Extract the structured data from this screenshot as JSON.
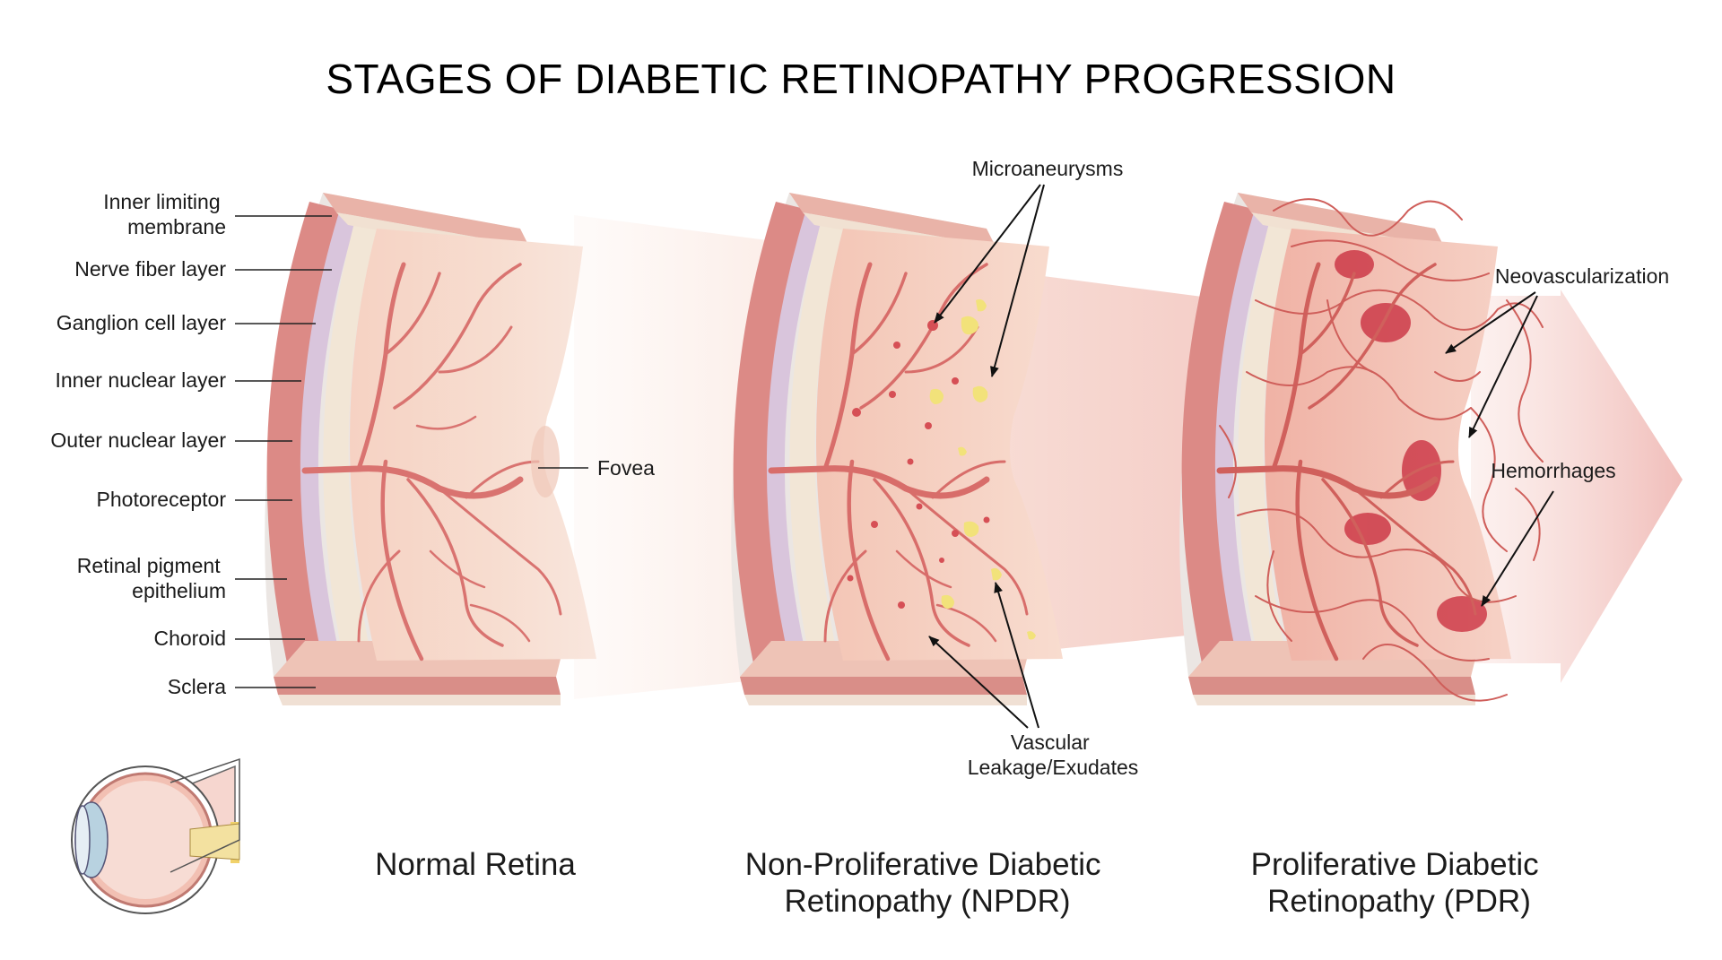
{
  "title": "STAGES OF DIABETIC RETINOPATHY PROGRESSION",
  "layers": [
    {
      "lines": [
        "Inner limiting",
        "membrane"
      ]
    },
    {
      "lines": [
        "Nerve fiber layer"
      ]
    },
    {
      "lines": [
        "Ganglion cell layer"
      ]
    },
    {
      "lines": [
        "Inner nuclear layer"
      ]
    },
    {
      "lines": [
        "Outer nuclear layer"
      ]
    },
    {
      "lines": [
        "Photoreceptor"
      ]
    },
    {
      "lines": [
        "Retinal pigment",
        "epithelium"
      ]
    },
    {
      "lines": [
        "Choroid"
      ]
    },
    {
      "lines": [
        "Sclera"
      ]
    }
  ],
  "annotations": {
    "fovea": "Fovea",
    "microaneurysms": "Microaneurysms",
    "vascular_1": "Vascular",
    "vascular_2": "Leakage/Exudates",
    "neovascularization": "Neovascularization",
    "hemorrhages": "Hemorrhages"
  },
  "stages": [
    {
      "lines": [
        "Normal Retina"
      ]
    },
    {
      "lines": [
        "Non-Proliferative Diabetic",
        "Retinopathy (NPDR)"
      ]
    },
    {
      "lines": [
        "Proliferative Diabetic",
        "Retinopathy (PDR)"
      ]
    }
  ],
  "colors": {
    "tissue": "#f5d3c2",
    "vessel": "#dc7a76",
    "exudate": "#f2e07a",
    "hemorrhage": "#c8283a",
    "choroid": "#d98785",
    "sclera": "#e4dcd8",
    "progress_arrow": "#f2c5c0"
  }
}
